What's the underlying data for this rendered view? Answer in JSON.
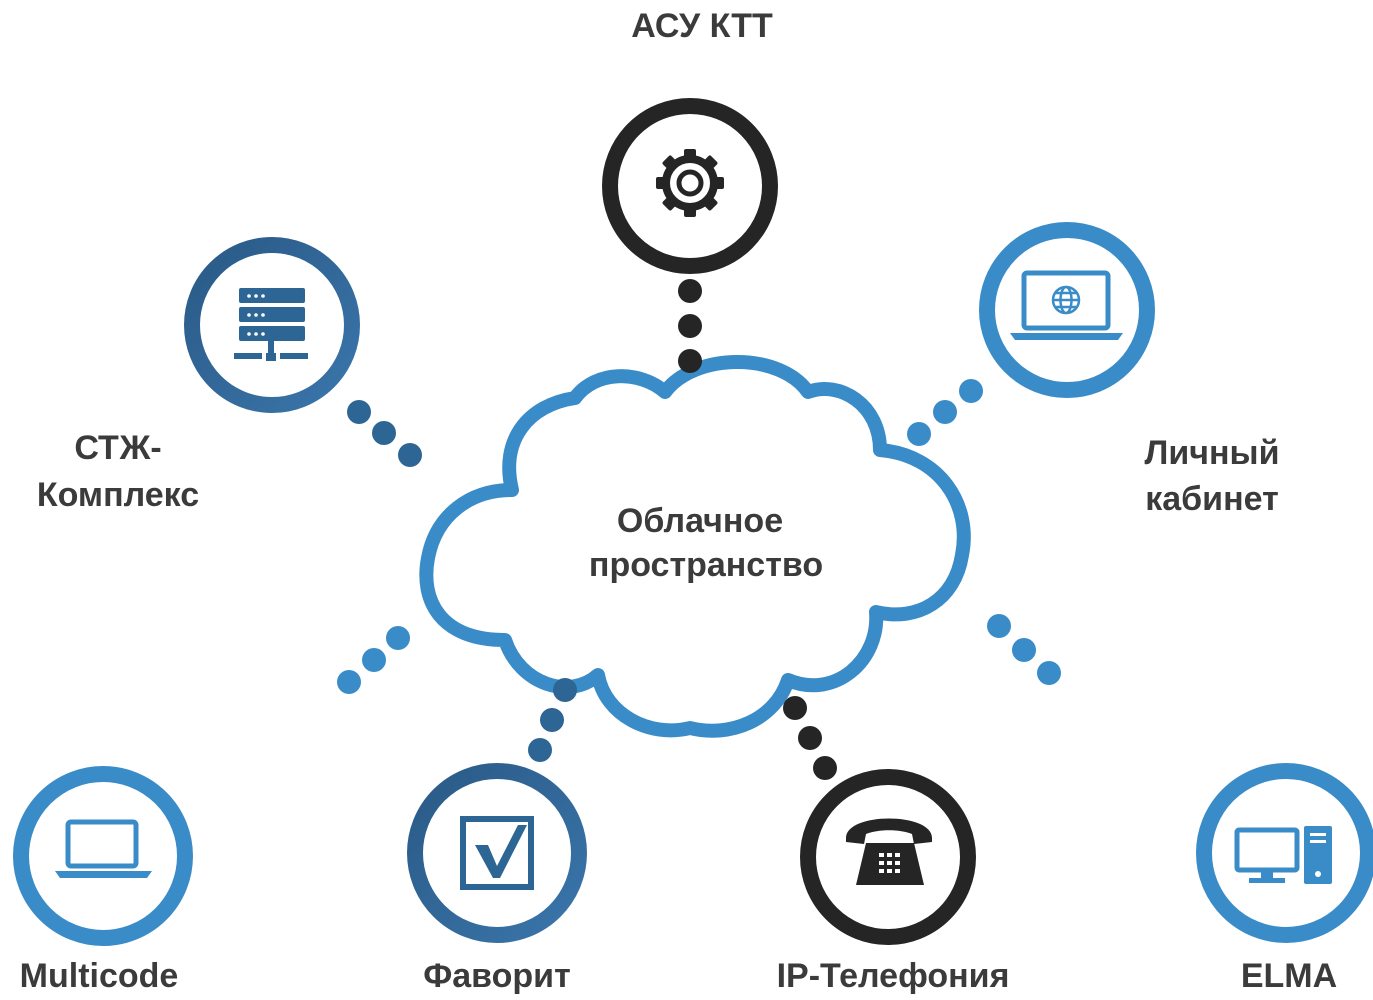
{
  "center": {
    "title_line1": "Облачное",
    "title_line2": "пространство"
  },
  "nodes": [
    {
      "id": "asu-ktt",
      "label_lines": [
        "АСУ КТТ"
      ],
      "icon": "gear-icon",
      "color": "#252525"
    },
    {
      "id": "stzh-kompleks",
      "label_lines": [
        "СТЖ-",
        "Комплекс"
      ],
      "icon": "server-icon",
      "color": "#2d6594"
    },
    {
      "id": "lichny-kabinet",
      "label_lines": [
        "Личный",
        "кабинет"
      ],
      "icon": "laptop-globe-icon",
      "color": "#3a8cc8"
    },
    {
      "id": "multicode",
      "label_lines": [
        "Multicode"
      ],
      "icon": "laptop-icon",
      "color": "#3a8cc8"
    },
    {
      "id": "favorit",
      "label_lines": [
        "Фаворит"
      ],
      "icon": "checkbox-icon",
      "color": "#2d6594"
    },
    {
      "id": "ip-telefoniya",
      "label_lines": [
        "IP-Телефония"
      ],
      "icon": "telephone-icon",
      "color": "#252525"
    },
    {
      "id": "elma",
      "label_lines": [
        "ELMA"
      ],
      "icon": "desktop-computer-icon",
      "color": "#3a8cc8"
    }
  ],
  "colors": {
    "dark": "#252525",
    "navy": "#2d6594",
    "blue": "#3a8cc8",
    "text": "#3b3b3b"
  }
}
